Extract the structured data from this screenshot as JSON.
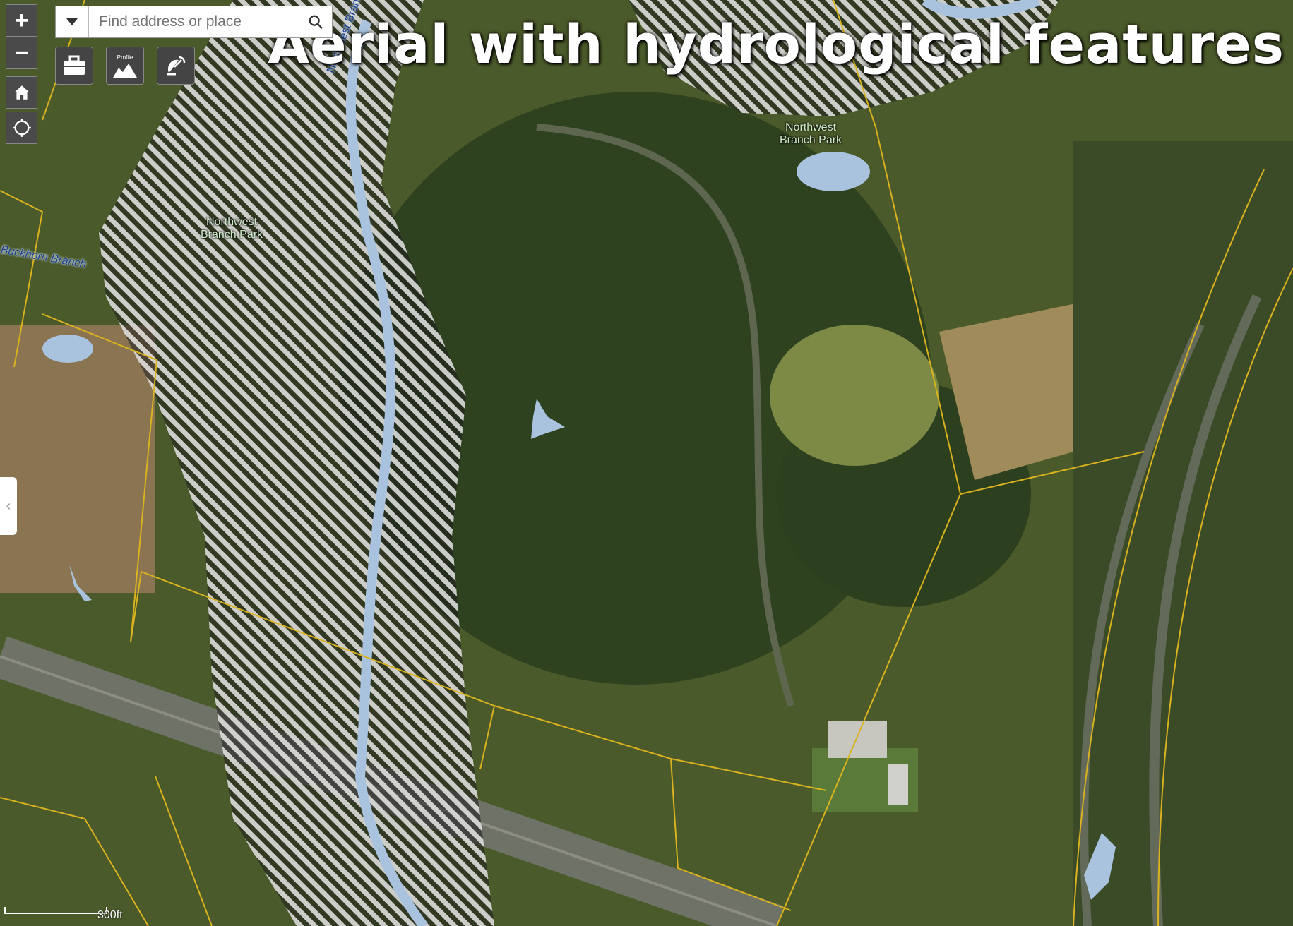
{
  "title": "Aerial with hydrological features",
  "search": {
    "placeholder": "Find address or place"
  },
  "controls": {
    "zoom_in": "+",
    "zoom_out": "−",
    "profile_label": "Profile",
    "collapse": "‹"
  },
  "labels": {
    "park_top": "Northwest\nBranch Park",
    "park_left": "Northwest\nBranch Park",
    "stream_north": "Northwest Branch Anacostia R",
    "stream_west": "Buckhorn Branch"
  },
  "scale": {
    "label": "300ft"
  },
  "colors": {
    "water": "#a9c3df",
    "parcel_line": "#d9b21f",
    "floodplain_hatch": "#ffffff"
  }
}
